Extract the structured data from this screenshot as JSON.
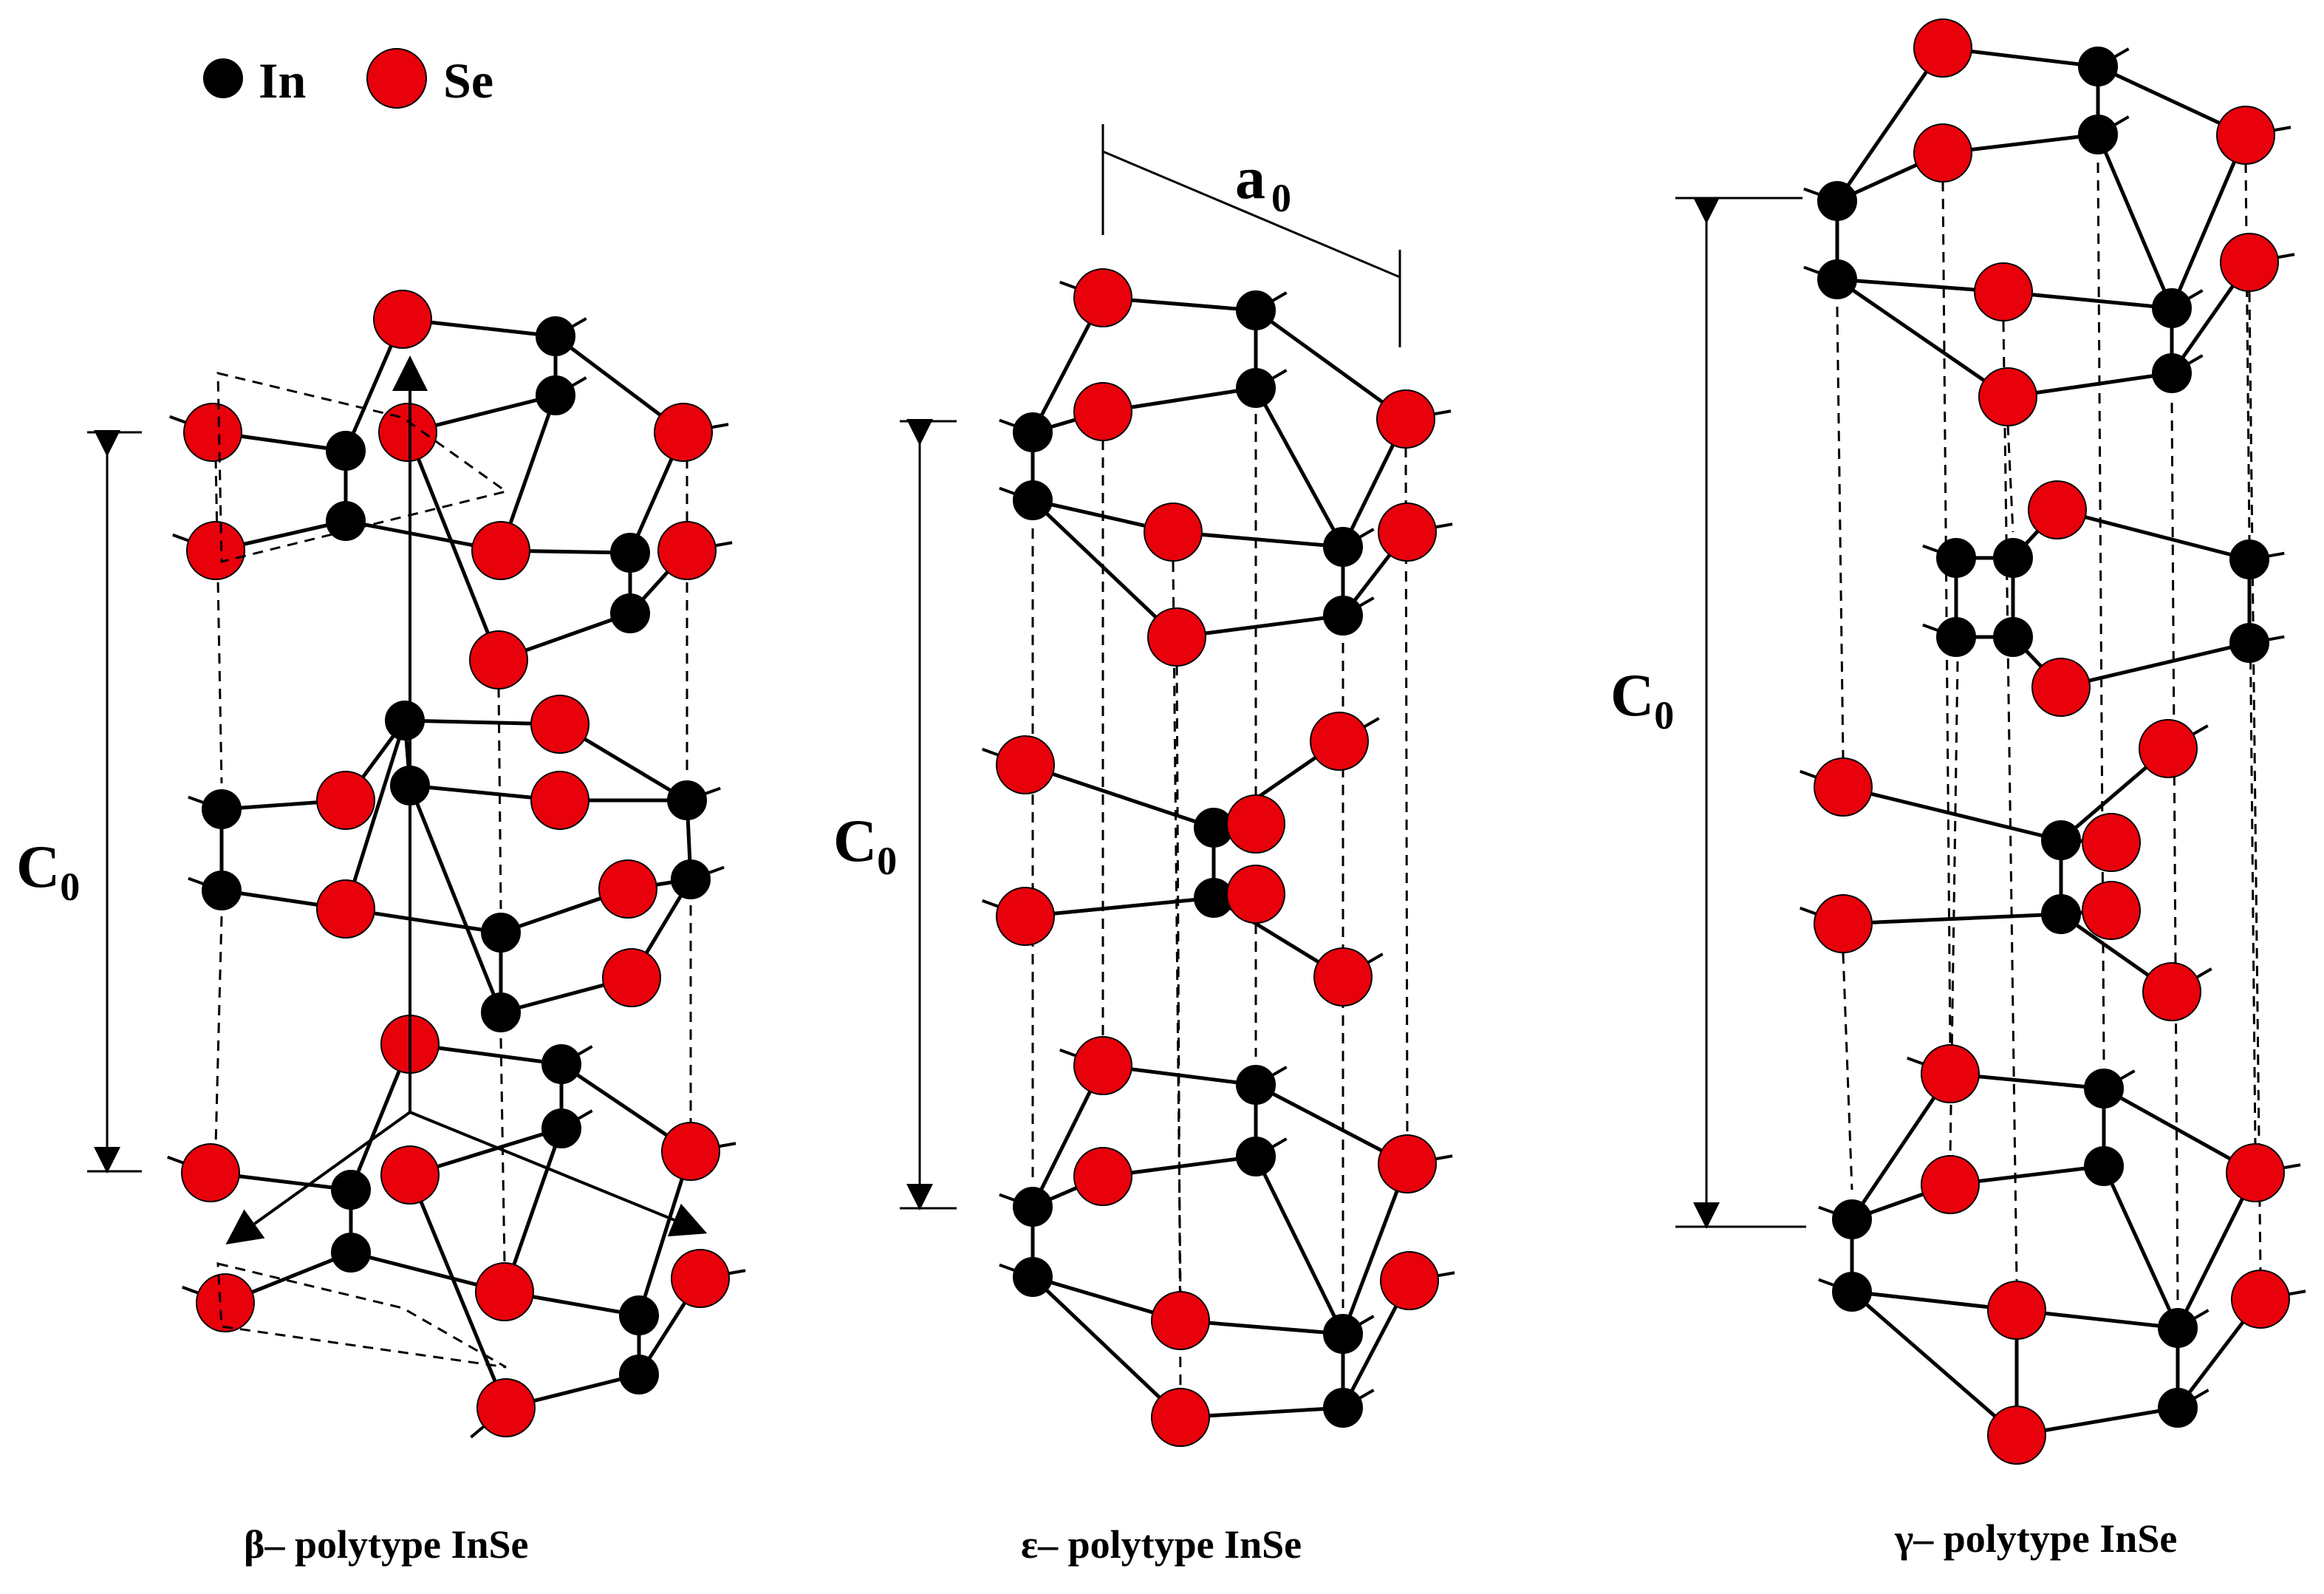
{
  "colors": {
    "indium": "#000000",
    "selenium": "#e8000b",
    "line": "#000000",
    "background": "#ffffff"
  },
  "legend": {
    "in_label": "In",
    "se_label": "Se"
  },
  "parameters": {
    "c_label": "C",
    "c_subscript": "0",
    "a_label": "a",
    "a_subscript": "0"
  },
  "panels": [
    {
      "id": "beta",
      "caption": "β– polytype InSe"
    },
    {
      "id": "epsilon",
      "caption": "ε– polytype InSe"
    },
    {
      "id": "gamma",
      "caption": "γ– polytype InSe"
    }
  ]
}
